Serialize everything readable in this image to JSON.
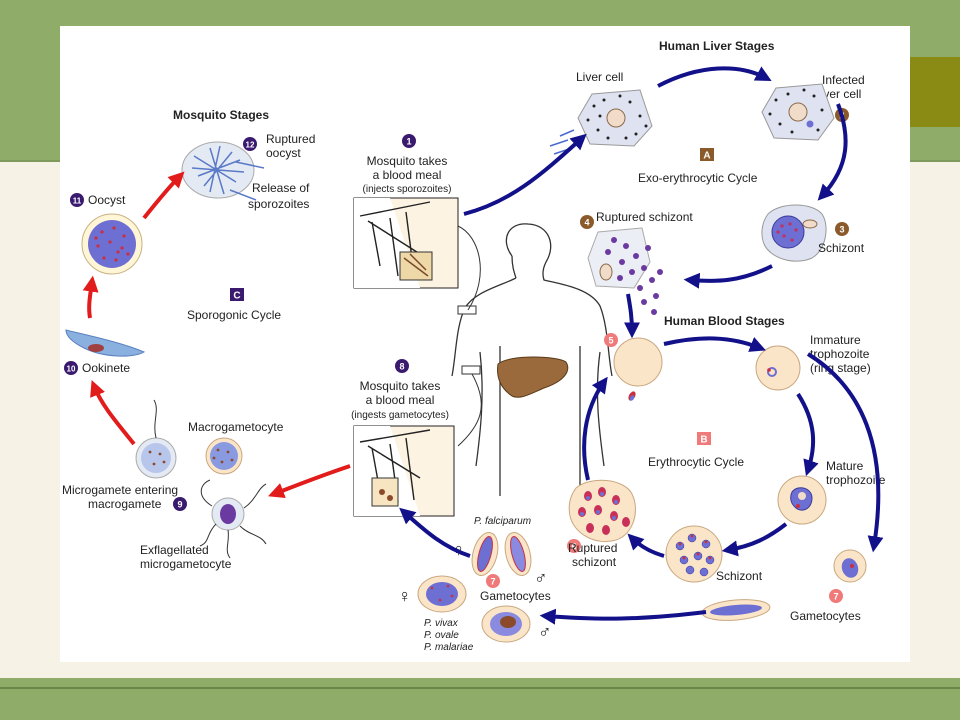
{
  "headers": {
    "liver": "Human Liver Stages",
    "mosquito": "Mosquito Stages",
    "blood": "Human Blood Stages"
  },
  "cycles": {
    "a_letter": "A",
    "a_name": "Exo-erythrocytic Cycle",
    "b_letter": "B",
    "b_name": "Erythrocytic Cycle",
    "c_letter": "C",
    "c_name": "Sporogonic Cycle"
  },
  "steps": {
    "s1": {
      "num": "1",
      "l1": "Mosquito takes",
      "l2": "a blood meal",
      "l3": "(injects sporozoites)"
    },
    "s2": {
      "num": "2",
      "l1": "Infected",
      "l2": "liver cell"
    },
    "liver_cell": "Liver cell",
    "s3": {
      "num": "3",
      "l1": "Schizont"
    },
    "s4": {
      "num": "4",
      "l1": "Ruptured schizont"
    },
    "s5": {
      "num": "5"
    },
    "immature": {
      "l1": "Immature",
      "l2": "trophozoite",
      "l3": "(ring stage)"
    },
    "mature": {
      "l1": "Mature",
      "l2": "trophozoite"
    },
    "schizont_b": "Schizont",
    "s6": {
      "num": "6",
      "l1": "Ruptured",
      "l2": "schizont"
    },
    "s7a": {
      "num": "7",
      "l1": "Gametocytes"
    },
    "s7b": {
      "num": "7",
      "l1": "Gametocytes"
    },
    "s8": {
      "num": "8",
      "l1": "Mosquito takes",
      "l2": "a blood meal",
      "l3": "(ingests gametocytes)"
    },
    "s9": {
      "num": "9",
      "l1": "Microgamete entering",
      "l2": "macrogamete"
    },
    "macrogametocyte": "Macrogametocyte",
    "exflag": {
      "l1": "Exflagellated",
      "l2": "microgametocyte"
    },
    "s10": {
      "num": "10",
      "l1": "Ookinete"
    },
    "s11": {
      "num": "11",
      "l1": "Oocyst"
    },
    "s12": {
      "num": "12",
      "l1": "Ruptured",
      "l2": "oocyst",
      "l3": "Release of",
      "l4": "sporozoites"
    }
  },
  "species": {
    "falciparum": "P. falciparum",
    "vivax": "P. vivax",
    "ovale": "P. ovale",
    "malariae": "P. malariae",
    "female": "♀",
    "male": "♂"
  },
  "colors": {
    "blue_arrow": "#12118a",
    "red_arrow": "#e21b1b",
    "badge_purple": "#3a1a6e",
    "badge_brown": "#8b5a2b",
    "badge_pink": "#f07a7a",
    "cell_fill": "#fbe5c8",
    "parasite": "#6e6fd3",
    "liver": "#9a6a3c"
  }
}
